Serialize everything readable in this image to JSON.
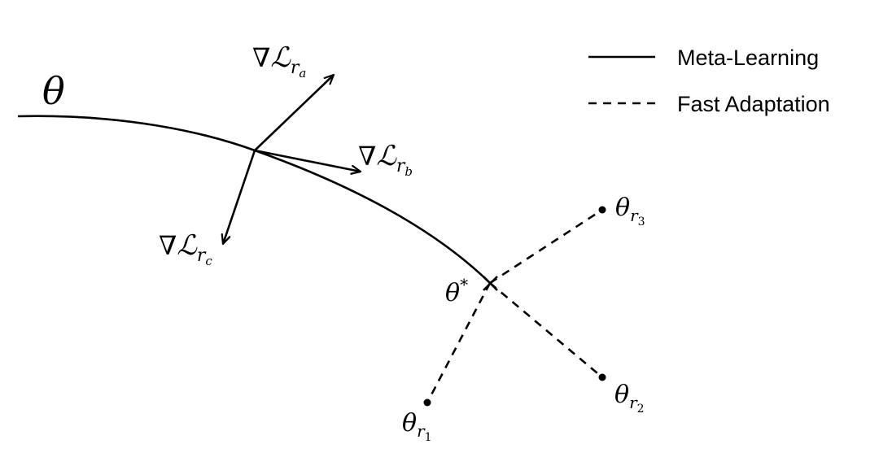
{
  "legend": {
    "solid_label": "Meta-Learning",
    "dashed_label": "Fast Adaptation"
  },
  "labels": {
    "theta": "θ",
    "theta_star": "θ",
    "theta_star_sup": "*",
    "nabla": "∇",
    "script_L": "ℒ",
    "r": "r",
    "sub_a": "a",
    "sub_b": "b",
    "sub_c": "c",
    "sub_1": "1",
    "sub_2": "2",
    "sub_3": "3"
  },
  "colors": {
    "ink": "#000000",
    "background": "#ffffff"
  }
}
